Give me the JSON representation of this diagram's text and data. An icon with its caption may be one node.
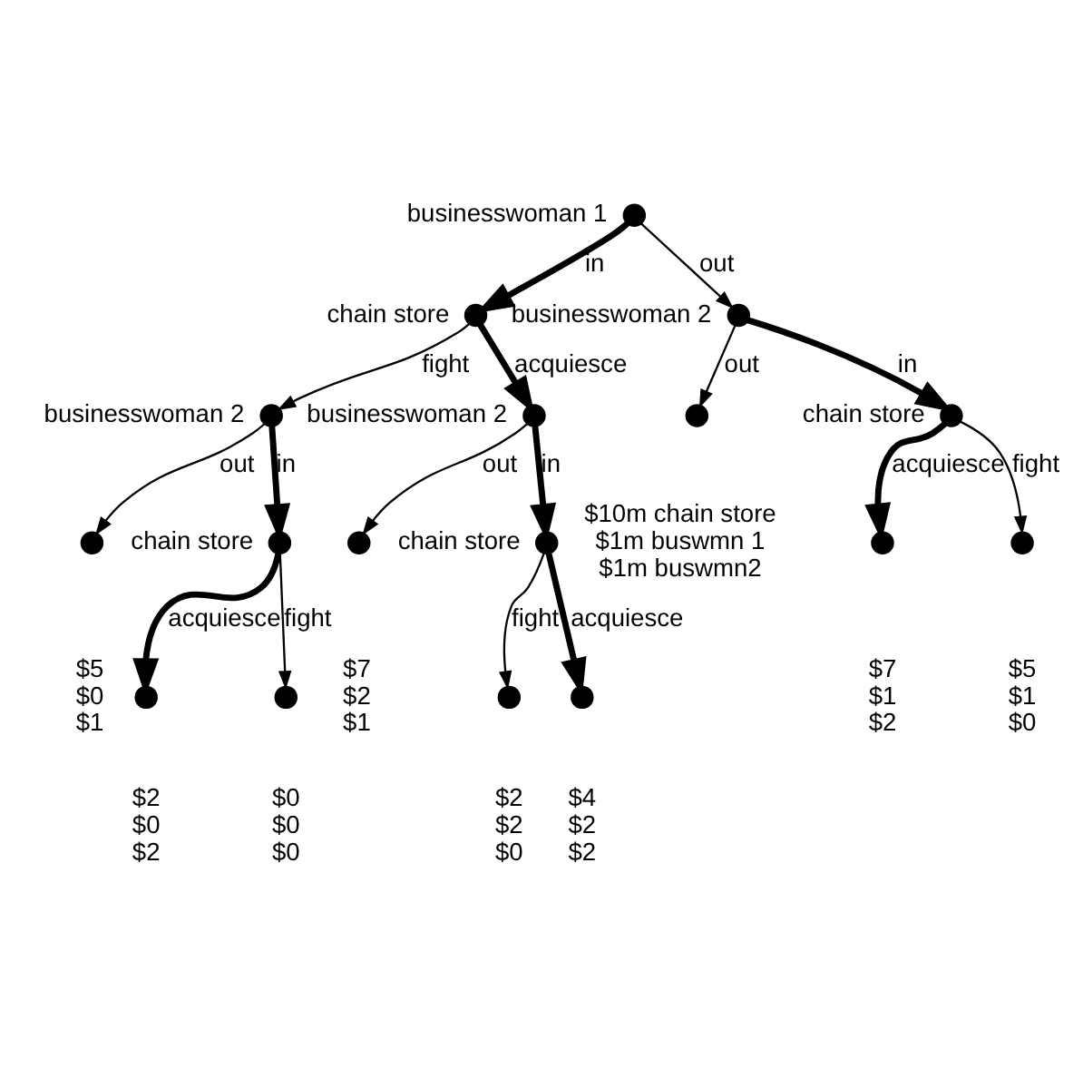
{
  "diagram": {
    "nodes": [
      {
        "text": [],
        "shape": "circle",
        "beside": [
          "businesswoman 1"
        ]
      },
      {
        "text": [],
        "shape": "circle",
        "beside": [
          "chain store"
        ]
      },
      {
        "text": [],
        "shape": "circle",
        "beside": [
          "businesswoman 2"
        ]
      },
      {
        "text": [],
        "shape": "circle",
        "beside": [
          "businesswoman 2"
        ]
      },
      {
        "text": [],
        "shape": "circle",
        "beside": [
          "businesswoman 2"
        ]
      },
      {
        "text": [],
        "shape": "circle",
        "beside": [
          "chain store"
        ]
      },
      {
        "text": [],
        "shape": "circle",
        "beside": [
          "$5",
          "$0",
          "$1"
        ]
      },
      {
        "text": [],
        "shape": "circle",
        "beside": [
          "$0",
          "$0",
          "$0"
        ]
      },
      {
        "text": [],
        "shape": "circle",
        "beside": [
          "$2",
          "$0",
          "$2"
        ]
      },
      {
        "text": [],
        "shape": "circle",
        "beside": [
          "chain store"
        ]
      },
      {
        "text": [],
        "shape": "circle",
        "beside": [
          "$7",
          "$2",
          "$1"
        ]
      },
      {
        "text": [],
        "shape": "circle",
        "beside": [
          "$2",
          "$2",
          "$0"
        ]
      },
      {
        "text": [],
        "shape": "circle",
        "beside": [
          "$4",
          "$2",
          "$2"
        ]
      },
      {
        "text": [],
        "shape": "circle",
        "beside": [
          "$10m chain store",
          "$1m buswmn 1",
          "$1m buswmn2"
        ]
      },
      {
        "text": [],
        "shape": "circle",
        "beside": [
          "chain store"
        ]
      },
      {
        "text": [],
        "shape": "circle",
        "beside": [
          "$5",
          "$1",
          "$0"
        ]
      },
      {
        "text": [],
        "shape": "circle",
        "beside": [
          "$7",
          "$1",
          "$2"
        ]
      }
    ],
    "edges": [
      {
        "from": 0,
        "to": 1,
        "arrow": "to",
        "label": "in",
        "style": "thick"
      },
      {
        "from": 0,
        "to": 2,
        "arrow": "to",
        "label": "out"
      },
      {
        "from": 1,
        "to": 3,
        "arrow": "to",
        "label": "fight"
      },
      {
        "from": 1,
        "to": 4,
        "arrow": "to",
        "label": "acquiesce",
        "style": "thick"
      },
      {
        "from": 3,
        "to": 5,
        "arrow": "to",
        "label": "in",
        "style": "thick"
      },
      {
        "from": 3,
        "to": 6,
        "arrow": "to",
        "label": "out"
      },
      {
        "from": 5,
        "to": 7,
        "arrow": "to",
        "label": "fight"
      },
      {
        "from": 5,
        "to": 8,
        "arrow": "to",
        "label": "acquiesce",
        "style": "thick"
      },
      {
        "from": 4,
        "to": 9,
        "arrow": "to",
        "label": "in",
        "style": "thick"
      },
      {
        "from": 4,
        "to": 10,
        "arrow": "to",
        "label": "out"
      },
      {
        "from": 9,
        "to": 11,
        "arrow": "to",
        "label": "fight"
      },
      {
        "from": 9,
        "to": 12,
        "arrow": "to",
        "label": "acquiesce",
        "style": "thick"
      },
      {
        "from": 2,
        "to": 13,
        "arrow": "to",
        "label": "out"
      },
      {
        "from": 2,
        "to": 14,
        "arrow": "to",
        "label": "in",
        "style": "thick"
      },
      {
        "from": 14,
        "to": 15,
        "arrow": "to",
        "label": "fight"
      },
      {
        "from": 14,
        "to": 16,
        "arrow": "to",
        "label": "acquiesce",
        "style": "thick"
      }
    ]
  }
}
